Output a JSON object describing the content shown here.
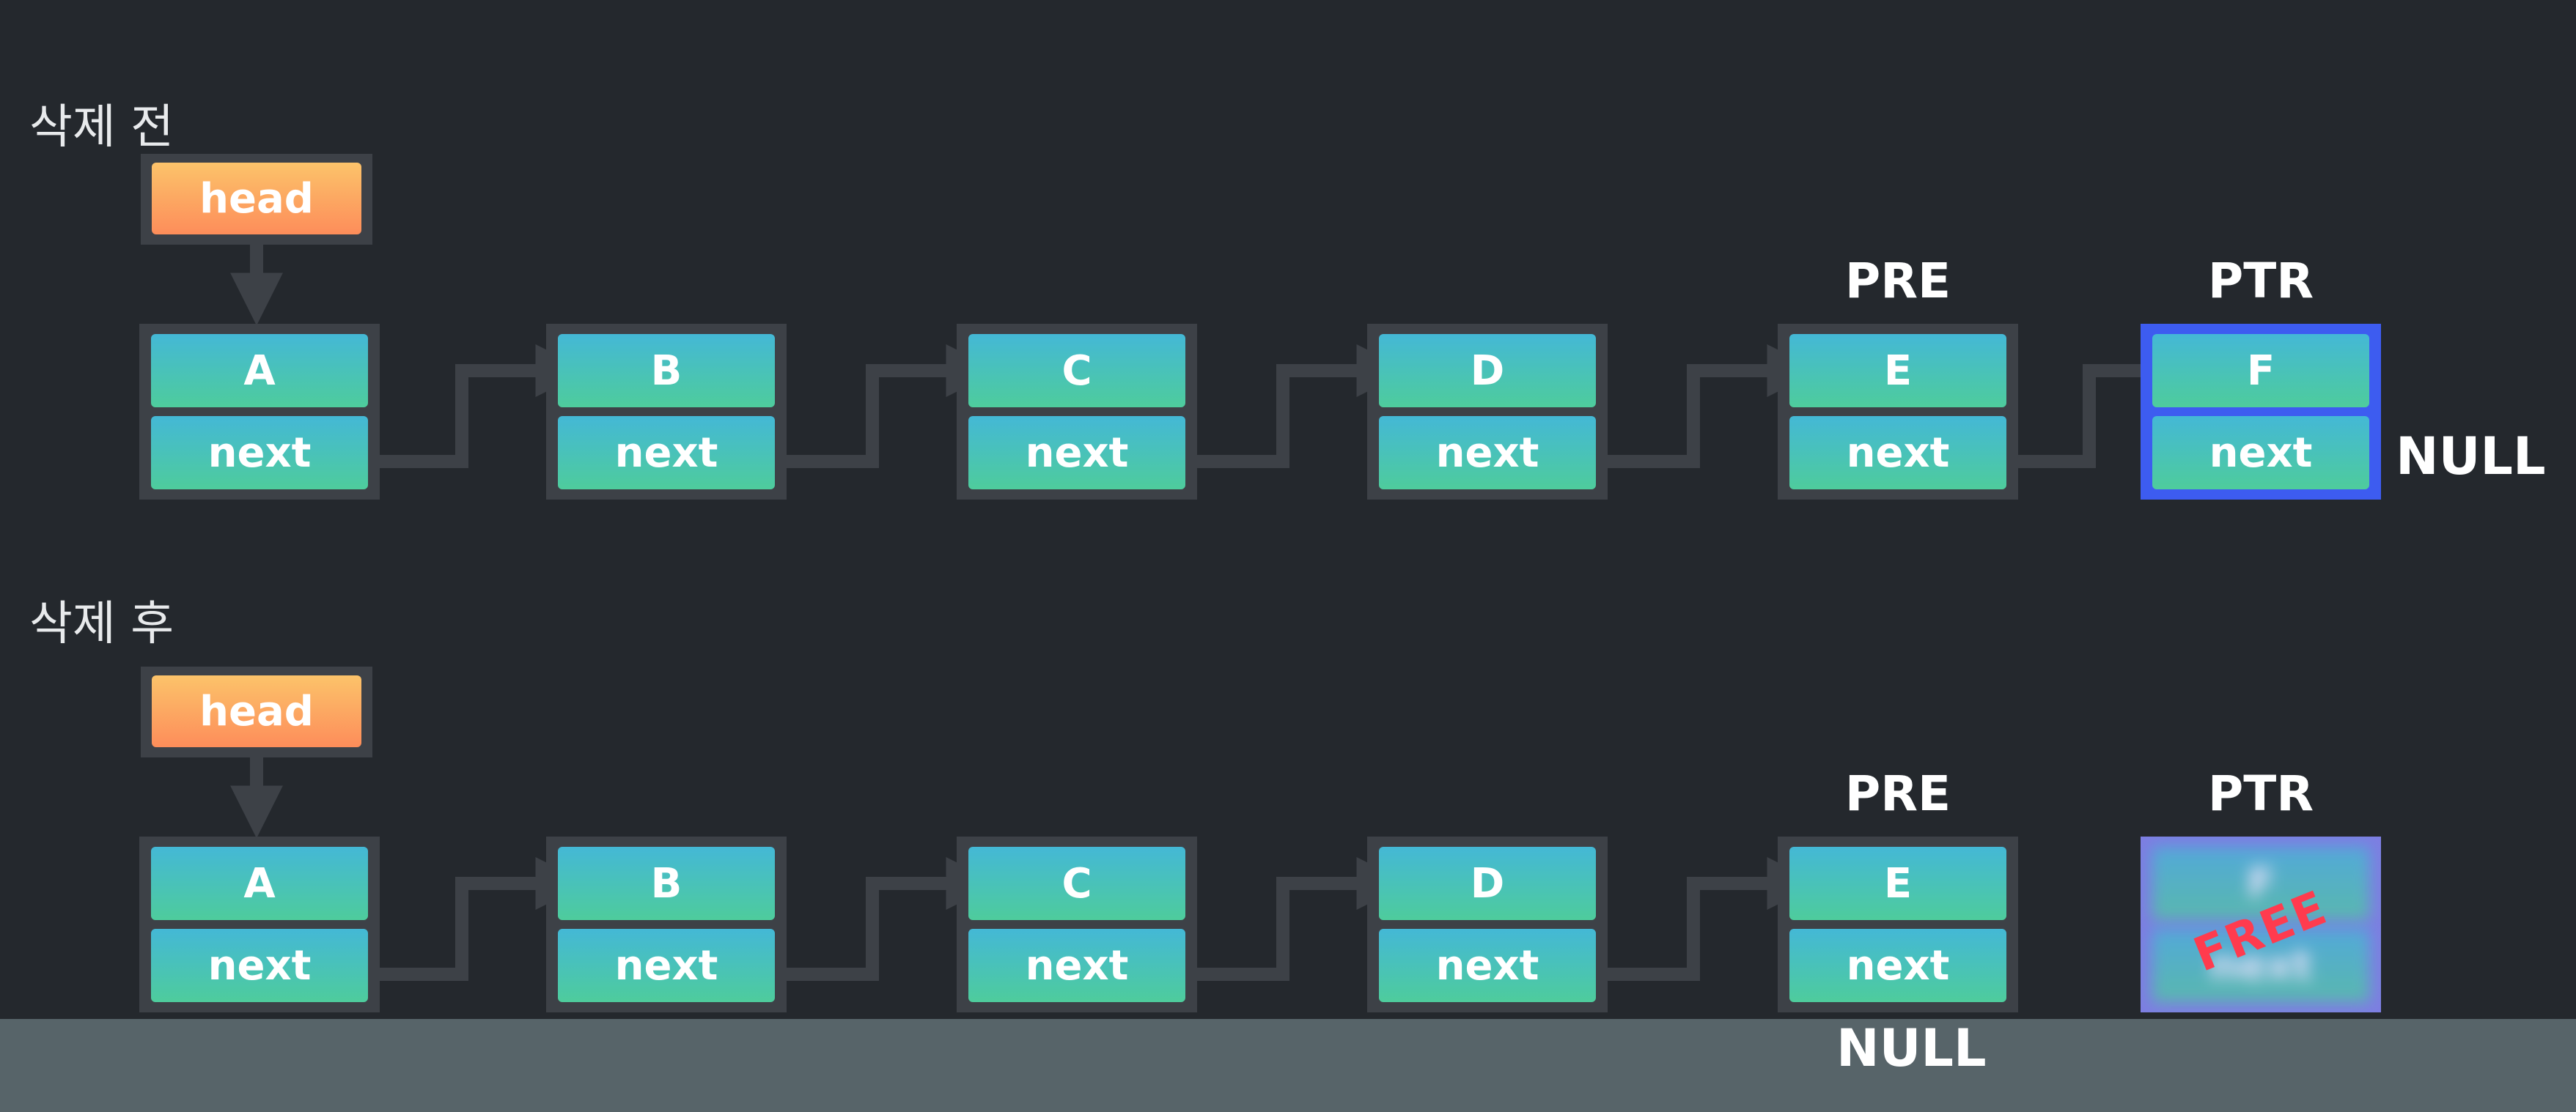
{
  "colors": {
    "background": "#24282d",
    "frame": "#3d4147",
    "head_gradient": [
      "#fcc36a",
      "#fd8d5a"
    ],
    "node_gradient": [
      "#44b8d6",
      "#4ecc9c"
    ],
    "selected_border": "#3d5cf0",
    "freed_border": "#7d7ee2",
    "free_stamp": "#ff3b4e",
    "footer": "#576469",
    "arrow": "#3d4147"
  },
  "before": {
    "title": "삭제 전",
    "head": "head",
    "nodes": [
      {
        "data": "A",
        "next": "next"
      },
      {
        "data": "B",
        "next": "next"
      },
      {
        "data": "C",
        "next": "next"
      },
      {
        "data": "D",
        "next": "next"
      },
      {
        "data": "E",
        "next": "next"
      },
      {
        "data": "F",
        "next": "next"
      }
    ],
    "pre_label": "PRE",
    "ptr_label": "PTR",
    "null_label": "NULL"
  },
  "after": {
    "title": "삭제 후",
    "head": "head",
    "nodes": [
      {
        "data": "A",
        "next": "next"
      },
      {
        "data": "B",
        "next": "next"
      },
      {
        "data": "C",
        "next": "next"
      },
      {
        "data": "D",
        "next": "next"
      },
      {
        "data": "E",
        "next": "next"
      },
      {
        "data": "F",
        "next": "next"
      }
    ],
    "free_stamp": "FREE",
    "pre_label": "PRE",
    "ptr_label": "PTR",
    "null_label": "NULL"
  }
}
